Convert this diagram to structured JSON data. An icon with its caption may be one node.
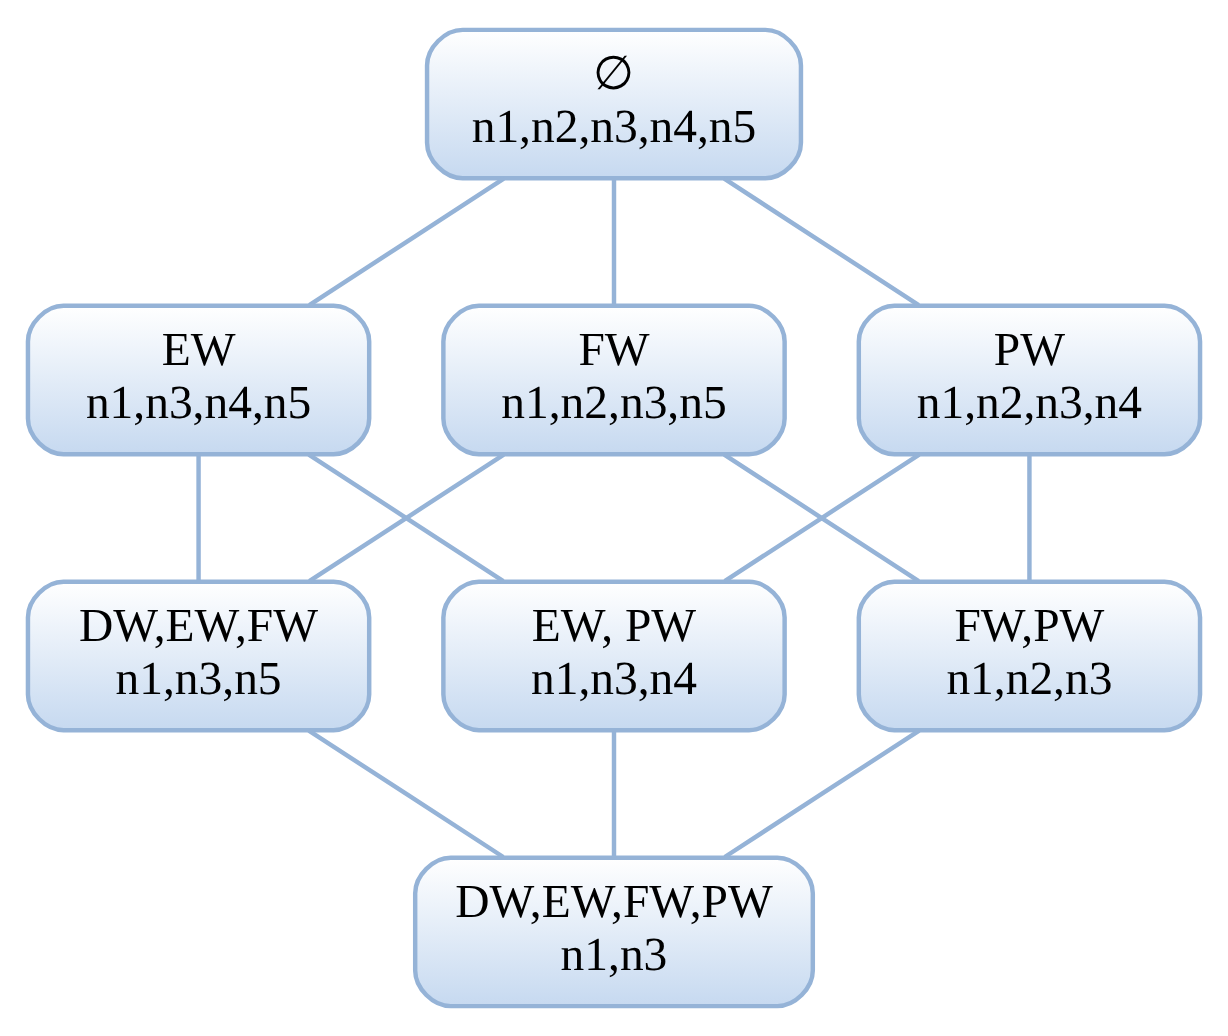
{
  "diagram": {
    "nodes": [
      {
        "text": [
          "∅",
          "n1,n2,n3,n4,n5"
        ]
      },
      {
        "text": [
          "EW",
          "n1,n3,n4,n5"
        ]
      },
      {
        "text": [
          "FW",
          "n1,n2,n3,n5"
        ]
      },
      {
        "text": [
          "PW",
          "n1,n2,n3,n4"
        ]
      },
      {
        "text": [
          "EW, PW",
          "n1,n3,n4"
        ]
      },
      {
        "text": [
          "FW,PW",
          "n1,n2,n3"
        ]
      },
      {
        "text": [
          "DW,EW,FW",
          "n1,n3,n5"
        ]
      },
      {
        "text": [
          "DW,EW,FW,PW",
          "n1,n3"
        ]
      }
    ],
    "edges": [
      {
        "from": 0,
        "to": 1,
        "arrow": "none"
      },
      {
        "from": 0,
        "to": 2,
        "arrow": "none"
      },
      {
        "from": 0,
        "to": 3,
        "arrow": "none"
      },
      {
        "from": 1,
        "to": 6,
        "arrow": "none"
      },
      {
        "from": 1,
        "to": 4,
        "arrow": "none"
      },
      {
        "from": 2,
        "to": 6,
        "arrow": "none"
      },
      {
        "from": 2,
        "to": 5,
        "arrow": "none"
      },
      {
        "from": 3,
        "to": 5,
        "arrow": "none"
      },
      {
        "from": 3,
        "to": 4,
        "arrow": "none"
      },
      {
        "from": 4,
        "to": 7,
        "arrow": "none"
      },
      {
        "from": 6,
        "to": 7,
        "arrow": "none"
      },
      {
        "from": 5,
        "to": 7,
        "arrow": "none"
      }
    ]
  }
}
